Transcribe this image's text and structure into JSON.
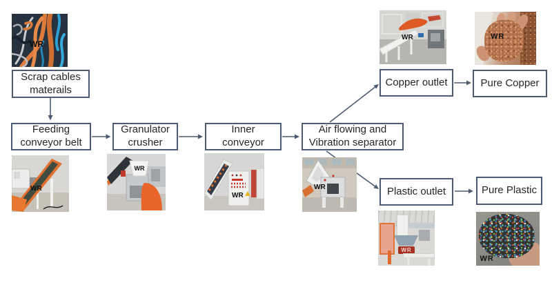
{
  "diagram": {
    "watermark": "WR",
    "nodes": {
      "scrap": {
        "label": "Scrap cables materails"
      },
      "feeding": {
        "label": "Feeding conveyor belt"
      },
      "granulator": {
        "label": "Granulator crusher"
      },
      "inner": {
        "label": "Inner conveyor"
      },
      "separator": {
        "label": "Air flowing and Vibration separator"
      },
      "copper_outlet": {
        "label": "Copper outlet"
      },
      "pure_copper": {
        "label": "Pure Copper"
      },
      "plastic_outlet": {
        "label": "Plastic outlet"
      },
      "pure_plastic": {
        "label": "Pure Plastic"
      }
    },
    "colors": {
      "box_border": "#4C5B72",
      "arrow": "#4C5B72",
      "text": "#262626",
      "background": "#FFFFFF",
      "machine_orange": "#E2702F",
      "copper_granules": "#AE6F4C",
      "cable_blue": "#2E9FD0"
    },
    "photos": [
      {
        "name": "scrap-cables-photo"
      },
      {
        "name": "feeding-conveyor-photo"
      },
      {
        "name": "granulator-crusher-photo"
      },
      {
        "name": "inner-conveyor-photo"
      },
      {
        "name": "separator-photo"
      },
      {
        "name": "copper-outlet-machine-photo"
      },
      {
        "name": "pure-copper-photo"
      },
      {
        "name": "plastic-outlet-machine-photo"
      },
      {
        "name": "pure-plastic-photo"
      }
    ]
  }
}
